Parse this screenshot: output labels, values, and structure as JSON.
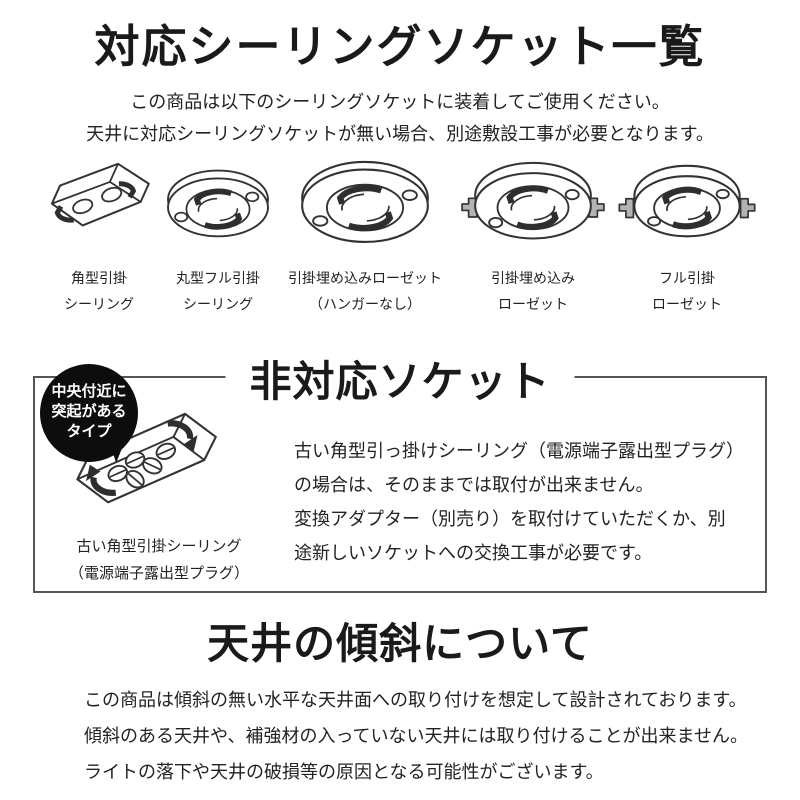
{
  "colors": {
    "background": "#ffffff",
    "ink": "#1f1f1f",
    "line_art": "#333333",
    "slot_fill": "#2e2e2e",
    "tab_gray": "#b3b3b3",
    "box_border": "#555555",
    "badge_bg": "#0d0d0d",
    "badge_text": "#ffffff"
  },
  "compatible_section": {
    "title": "対応シーリングソケット一覧",
    "subtitle_lines": [
      "この商品は以下のシーリングソケットに装着してご使用ください。",
      "天井に対応シーリングソケットが無い場合、別途敷設工事が必要となります。"
    ],
    "sockets": [
      {
        "icon": "square-hook-ceiling-icon",
        "label_line1": "角型引掛",
        "label_line2": "シーリング"
      },
      {
        "icon": "round-full-hook-ceiling-icon",
        "label_line1": "丸型フル引掛",
        "label_line2": "シーリング"
      },
      {
        "icon": "embedded-rosette-no-hanger-icon",
        "label_line1": "引掛埋め込みローゼット",
        "label_line2": "（ハンガーなし）"
      },
      {
        "icon": "embedded-rosette-icon",
        "label_line1": "引掛埋め込み",
        "label_line2": "ローゼット"
      },
      {
        "icon": "full-hook-rosette-icon",
        "label_line1": "フル引掛",
        "label_line2": "ローゼット"
      }
    ]
  },
  "incompatible_section": {
    "title": "非対応ソケット",
    "badge_lines": [
      "中央付近に",
      "突起がある",
      "タイプ"
    ],
    "old_socket_icon": "old-square-ceiling-exposed-terminals-icon",
    "old_socket_label_lines": [
      "古い角型引掛シーリング",
      "（電源端子露出型プラグ）"
    ],
    "body_lines": [
      "古い角型引っ掛けシーリング（電源端子露出型プラグ）",
      "の場合は、そのままでは取付が出来ません。",
      "変換アダプター（別売り）を取付けていただくか、別",
      "途新しいソケットへの交換工事が必要です。"
    ]
  },
  "slope_section": {
    "title": "天井の傾斜について",
    "body_lines": [
      "この商品は傾斜の無い水平な天井面への取り付けを想定して設計されております。",
      "傾斜のある天井や、補強材の入っていない天井には取り付けることが出来ません。",
      "ライトの落下や天井の破損等の原因となる可能性がございます。"
    ]
  }
}
